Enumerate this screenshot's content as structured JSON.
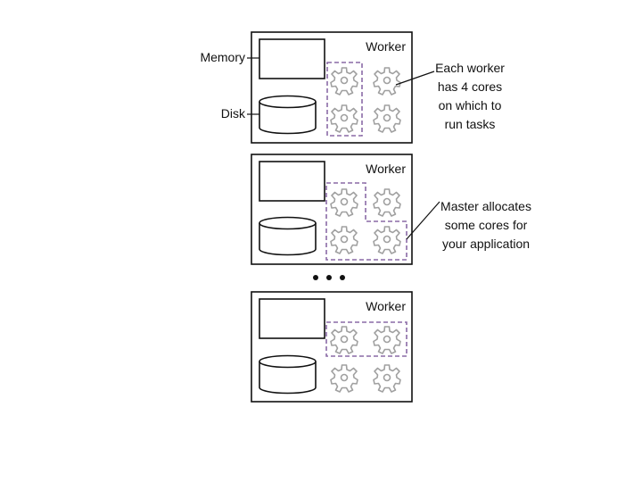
{
  "labels": {
    "memory": "Memory",
    "disk": "Disk",
    "worker": "Worker",
    "ellipsis": "• • •"
  },
  "annotations": {
    "cores": [
      "Each worker",
      "has 4 cores",
      "on which to",
      "run tasks"
    ],
    "allocation": [
      "Master allocates",
      "some cores for",
      "your application"
    ]
  },
  "workers": [
    {
      "label": "Worker",
      "cores": 4,
      "allocated_cores": 2,
      "allocation": "left column"
    },
    {
      "label": "Worker",
      "cores": 4,
      "allocated_cores": 3,
      "allocation": "L-shape"
    },
    {
      "label": "Worker",
      "cores": 4,
      "allocated_cores": 2,
      "allocation": "top row"
    }
  ],
  "colors": {
    "outline": "#111111",
    "gear": "#a0a0a0",
    "allocation": "#8a6aa6"
  }
}
